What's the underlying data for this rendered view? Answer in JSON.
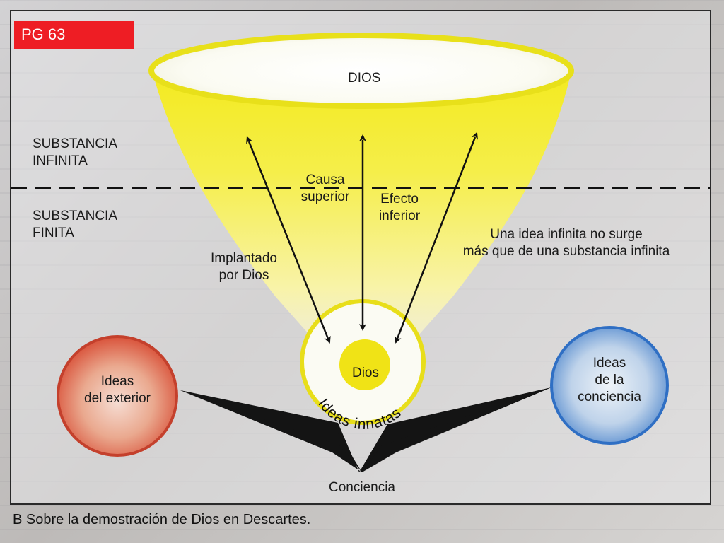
{
  "page_tag": "PG 63",
  "labels": {
    "dios_top": "DIOS",
    "substancia_infinita_1": "SUBSTANCIA",
    "substancia_infinita_2": "INFINITA",
    "substancia_finita_1": "SUBSTANCIA",
    "substancia_finita_2": "FINITA",
    "causa_1": "Causa",
    "causa_2": "superior",
    "efecto_1": "Efecto",
    "efecto_2": "inferior",
    "idea_infinita_1": "Una idea infinita no surge",
    "idea_infinita_2": "más que de una substancia infinita",
    "implantado_1": "Implantado",
    "implantado_2": "por Dios",
    "dios_inner": "Dios",
    "ideas_innatas": "Ideas innatas",
    "ideas_exterior_1": "Ideas",
    "ideas_exterior_2": "del exterior",
    "ideas_conciencia_1": "Ideas",
    "ideas_conciencia_2": "de la",
    "ideas_conciencia_3": "conciencia",
    "conciencia": "Conciencia"
  },
  "caption": "B  Sobre la demostración de Dios en Descartes.",
  "colors": {
    "yellow": "#f3ea2c",
    "red_circle": "#d9533b",
    "blue_circle": "#2f6fc4",
    "tag_red": "#ee1d24"
  }
}
